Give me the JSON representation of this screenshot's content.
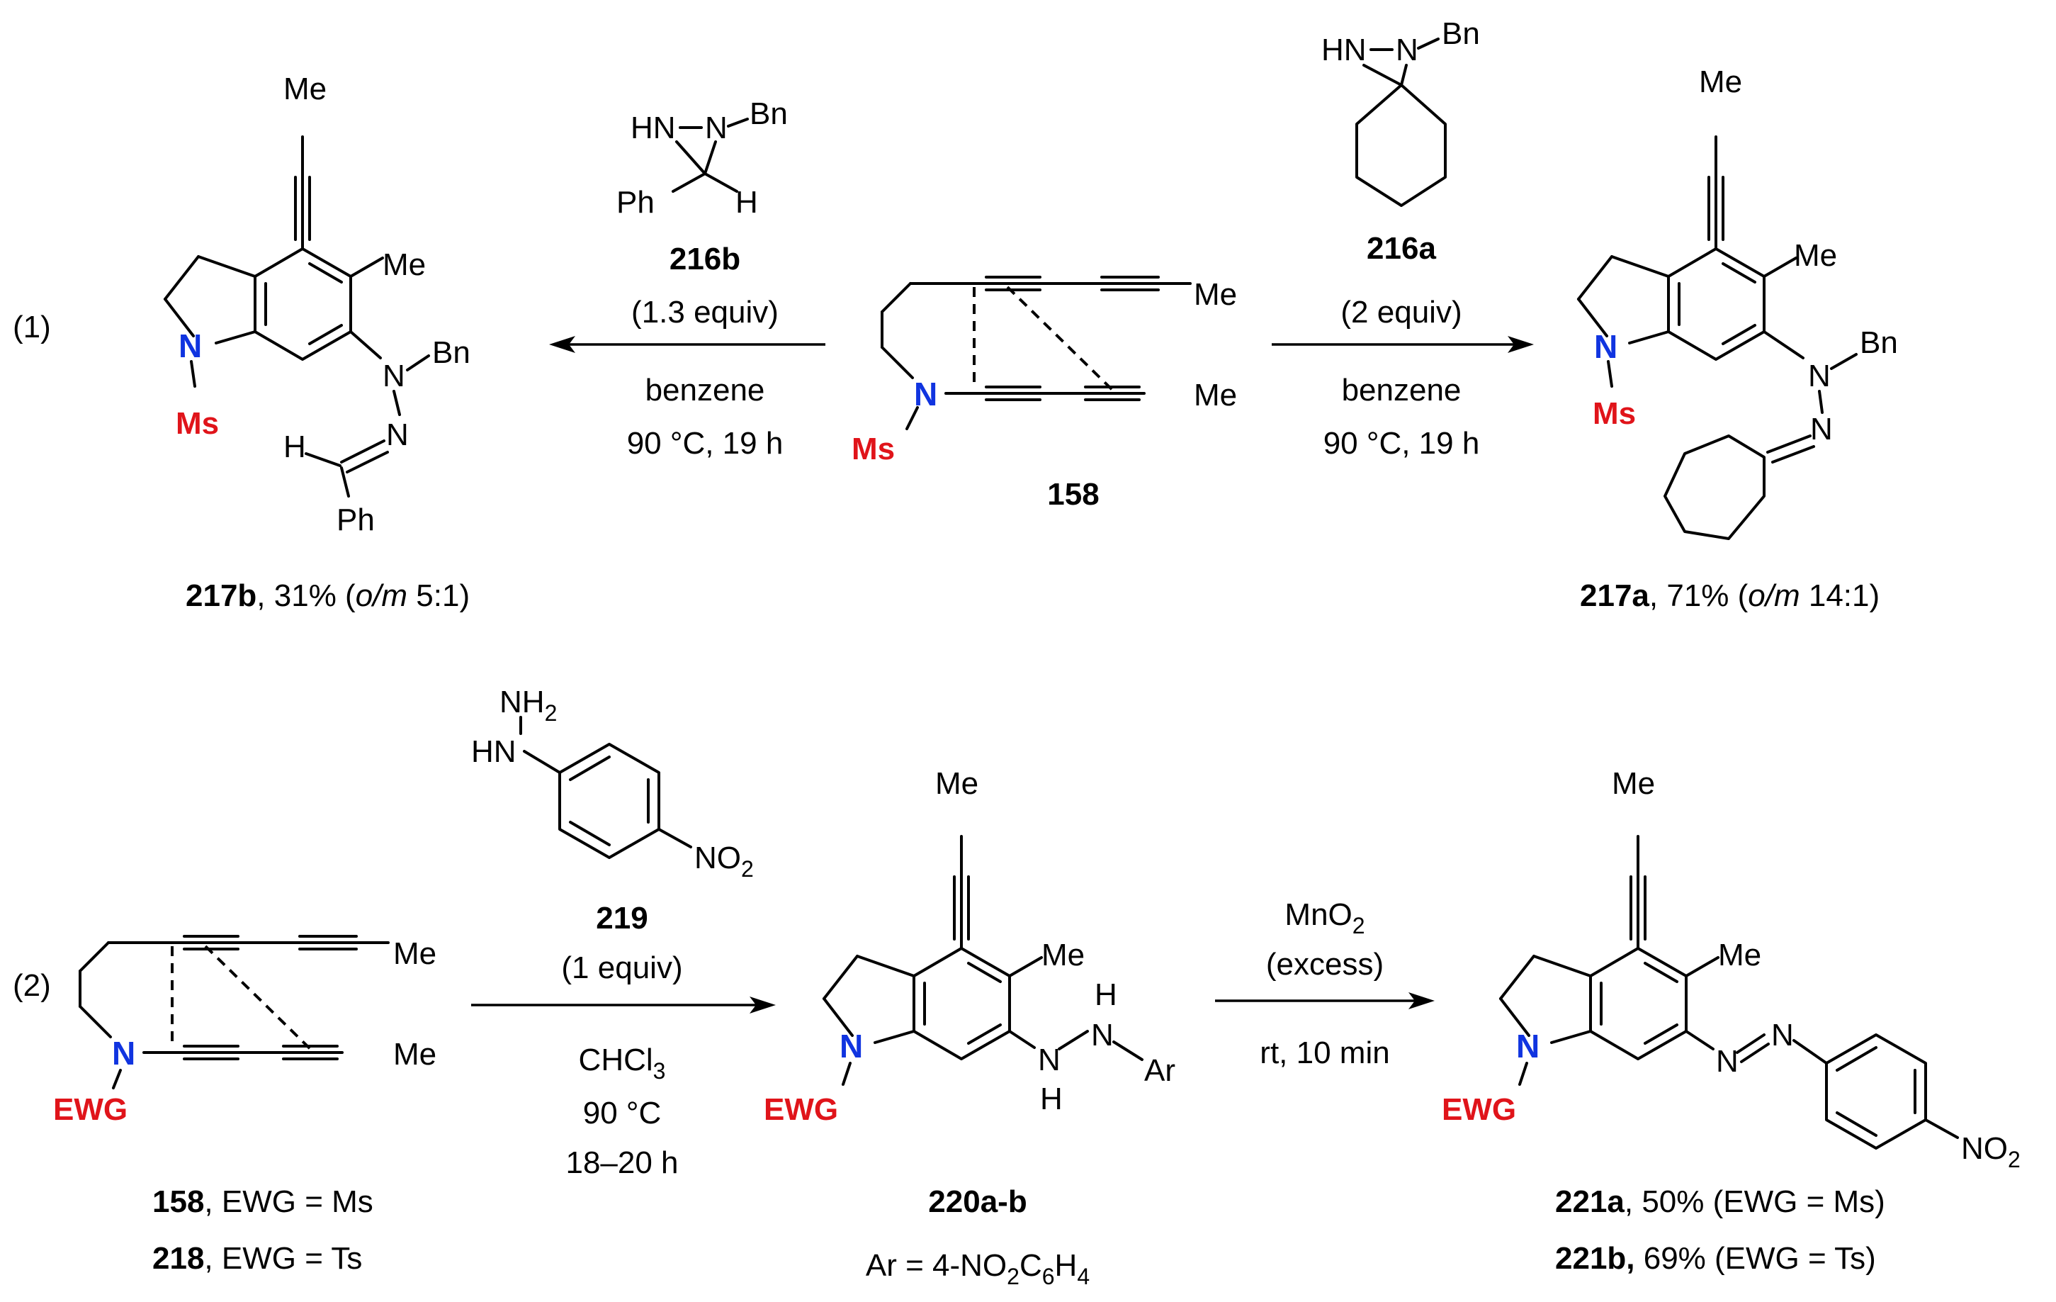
{
  "colors": {
    "nitrogen": "#1034e0",
    "protecting_group": "#e0141a",
    "ink": "#000000"
  },
  "eq1": {
    "label": "(1)"
  },
  "eq2": {
    "label": "(2)"
  },
  "atoms": {
    "N": "N",
    "NH": "HN",
    "Me": "Me",
    "Ms": "Ms",
    "Bn": "Bn",
    "Ph": "Ph",
    "H": "H",
    "EWG": "EWG",
    "Ar": "Ar"
  },
  "left_arrow": {
    "reagent_id": "216b",
    "reagent_equiv": "(1.3 equiv)",
    "solvent": "benzene",
    "conditions": "90 °C, 19 h"
  },
  "right_arrow": {
    "reagent_id": "216a",
    "reagent_equiv": "(2 equiv)",
    "solvent": "benzene",
    "conditions": "90 °C, 19 h"
  },
  "compound_158": {
    "id": "158"
  },
  "product_217b": {
    "id": "217b",
    "yield": ", 31% (",
    "ratio_label": "o/m",
    "ratio": " 5:1)"
  },
  "product_217a": {
    "id": "217a",
    "yield": ", 71% (",
    "ratio_label": "o/m",
    "ratio": " 14:1)"
  },
  "reagent_219": {
    "id": "219",
    "equiv": "(1 equiv)",
    "nh2": "NH",
    "nh2_sub": "2",
    "no2": "NO",
    "no2_sub": "2"
  },
  "step2_arrow": {
    "solvent": "CHCl",
    "solvent_sub": "3",
    "temp": "90 °C",
    "time": "18–20 h"
  },
  "step3_arrow": {
    "reagent": "MnO",
    "reagent_sub": "2",
    "amount": "(excess)",
    "conditions": "rt, 10 min"
  },
  "substrates_2": {
    "line1_id": "158",
    "line1_text": ", EWG = Ms",
    "line2_id": "218",
    "line2_text": ", EWG = Ts"
  },
  "product_220": {
    "id": "220a-b",
    "ar_def_a": "Ar = 4-NO",
    "ar_def_sub1": "2",
    "ar_def_b": "C",
    "ar_def_sub2": "6",
    "ar_def_c": "H",
    "ar_def_sub3": "4"
  },
  "product_221": {
    "line1_id": "221a",
    "line1_text": ", 50% (EWG = Ms)",
    "line2_id": "221b,",
    "line2_text": " 69% (EWG = Ts)"
  }
}
